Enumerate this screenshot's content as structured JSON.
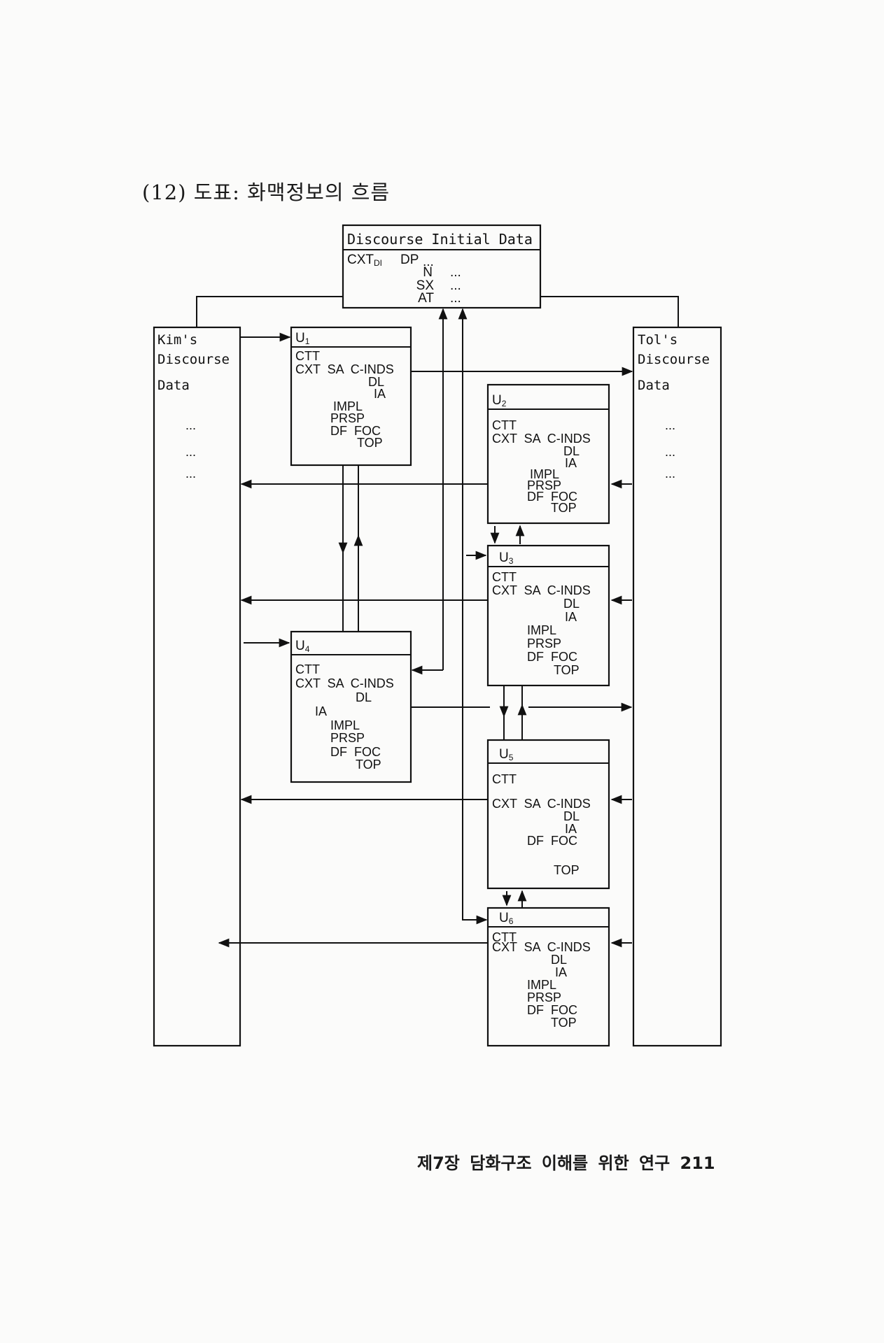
{
  "page": {
    "title": "(12) 도표: 화맥정보의 흐름",
    "footer": "제7장  담화구조 이해를 위한 연구  211"
  },
  "diagram": {
    "initial_box": {
      "header": "Discourse Initial Data",
      "cxt": "CXT",
      "cxt_sub": "DI",
      "dp": "DP",
      "rows": [
        {
          "label": "",
          "value": "..."
        },
        {
          "label": "N",
          "value": "..."
        },
        {
          "label": "SX",
          "value": "..."
        },
        {
          "label": "AT",
          "value": "..."
        }
      ]
    },
    "kim": {
      "lines": [
        "Kim's",
        "Discourse",
        "Data"
      ],
      "ellipses": [
        "...",
        "...",
        "..."
      ]
    },
    "tol": {
      "lines": [
        "Tol's",
        "Discourse",
        "Data"
      ],
      "ellipses": [
        "...",
        "...",
        "..."
      ]
    },
    "units": [
      {
        "id": "U1",
        "letter": "U",
        "sub": "1",
        "rows": [
          "CTT",
          "CXT  SA  C-INDS",
          "DL",
          "IA",
          "IMPL",
          "PRSP",
          "DF  FOC",
          "TOP"
        ]
      },
      {
        "id": "U2",
        "letter": "U",
        "sub": "2",
        "rows": [
          "CTT",
          "CXT  SA  C-INDS",
          "DL",
          "IA",
          "IMPL",
          "PRSP",
          "DF  FOC",
          "TOP"
        ]
      },
      {
        "id": "U3",
        "letter": "U",
        "sub": "3",
        "rows": [
          "CTT",
          "CXT  SA  C-INDS",
          "DL",
          "IA",
          "IMPL",
          "PRSP",
          "DF  FOC",
          "TOP"
        ]
      },
      {
        "id": "U4",
        "letter": "U",
        "sub": "4",
        "rows": [
          "CTT",
          "CXT  SA  C-INDS",
          "DL",
          "IA",
          "IMPL",
          "PRSP",
          "DF  FOC",
          "TOP"
        ]
      },
      {
        "id": "U5",
        "letter": "U",
        "sub": "5",
        "rows": [
          "CTT",
          "CXT  SA  C-INDS",
          "DL",
          "IA",
          "DF  FOC",
          "TOP"
        ]
      },
      {
        "id": "U6",
        "letter": "U",
        "sub": "6",
        "rows": [
          "CTT",
          "CXT  SA  C-INDS",
          "DL",
          "IA",
          "IMPL",
          "PRSP",
          "DF  FOC",
          "TOP"
        ]
      }
    ]
  }
}
